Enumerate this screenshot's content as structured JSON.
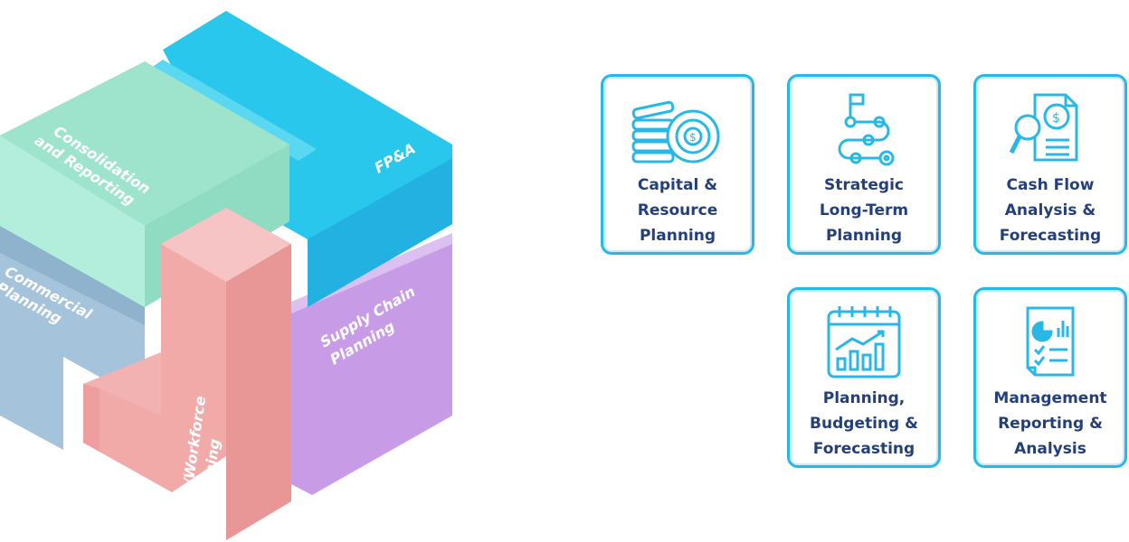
{
  "cube": {
    "labels": {
      "consolidation": "Consolidation\nand Reporting",
      "fpa": "FP&A",
      "commercial": "Commercial\nPlanning",
      "supply_chain": "Supply Chain\nPlanning",
      "hr": "HR/Workforce\nPlanning"
    },
    "colors": {
      "consolidation": "#9ee6cf",
      "fpa": "#2bc9ec",
      "commercial": "#a9c6dc",
      "supply_chain": "#c79be6",
      "hr": "#f2a9a9"
    }
  },
  "cards": [
    {
      "id": "capital",
      "label": "Capital &\nResource\nPlanning",
      "icon": "coins-gear-icon"
    },
    {
      "id": "strategic",
      "label": "Strategic\nLong-Term\nPlanning",
      "icon": "roadmap-icon"
    },
    {
      "id": "cashflow",
      "label": "Cash Flow\nAnalysis &\nForecasting",
      "icon": "document-magnifier-icon"
    },
    {
      "id": "budgeting",
      "label": "Planning,\nBudgeting &\nForecasting",
      "icon": "calendar-chart-icon"
    },
    {
      "id": "reporting",
      "label": "Management\nReporting &\nAnalysis",
      "icon": "report-checklist-icon"
    }
  ],
  "accent": "#29b8e6",
  "text_color": "#24407a"
}
